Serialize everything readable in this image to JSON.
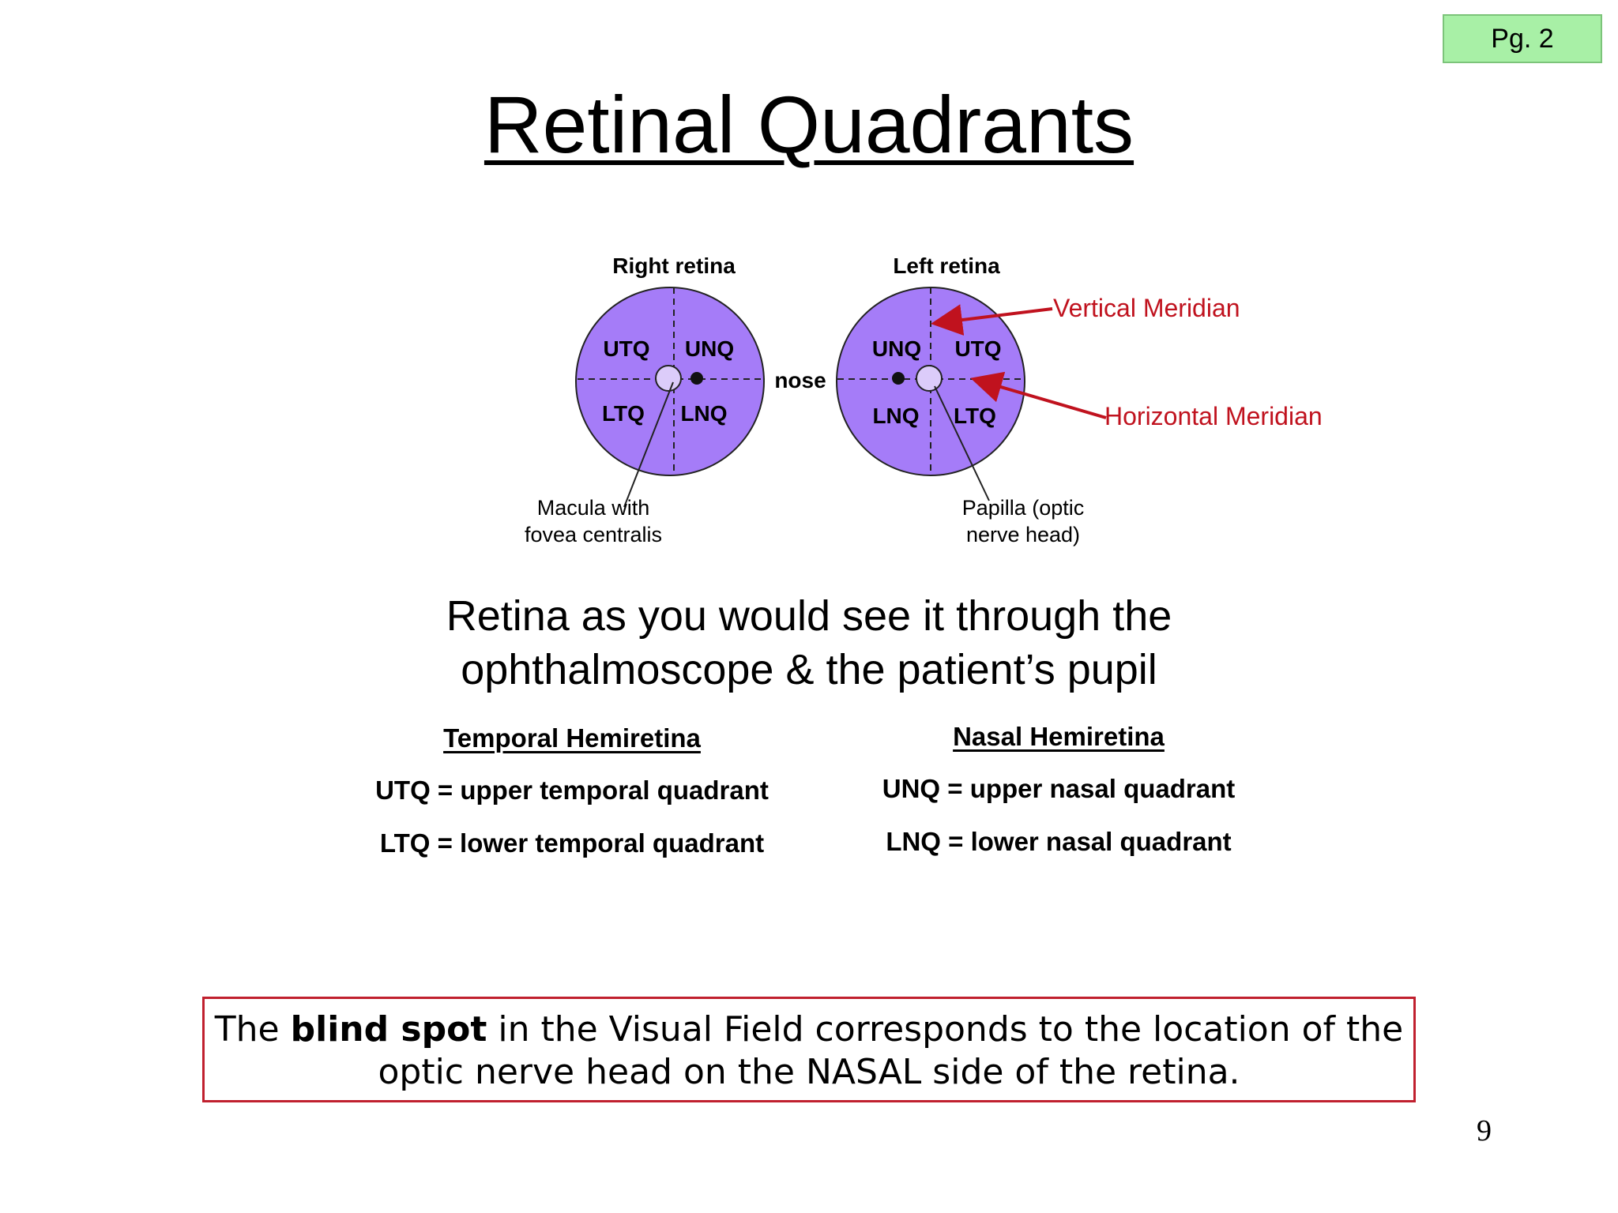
{
  "page_badge": "Pg. 2",
  "title": "Retinal Quadrants",
  "diagram": {
    "right_retina": {
      "label": "Right retina",
      "quadrants": {
        "upper_left": "UTQ",
        "upper_right": "UNQ",
        "lower_left": "LTQ",
        "lower_right": "LNQ"
      }
    },
    "left_retina": {
      "label": "Left retina",
      "quadrants": {
        "upper_left": "UNQ",
        "upper_right": "UTQ",
        "lower_left": "LNQ",
        "lower_right": "LTQ"
      }
    },
    "nose_label": "nose",
    "vertical_meridian": "Vertical Meridian",
    "horizontal_meridian": "Horizontal Meridian",
    "macula_label": [
      "Macula with",
      "fovea centralis"
    ],
    "papilla_label": [
      "Papilla (optic",
      "nerve head)"
    ],
    "colors": {
      "retina_fill": "#a57cf8",
      "optic_disc": "#dcccfa",
      "meridian_arrow": "#c0121e"
    }
  },
  "caption": [
    "Retina as you would see it through the",
    "ophthalmoscope & the patient’s pupil"
  ],
  "temporal": {
    "header": "Temporal Hemiretina",
    "rows": [
      "UTQ = upper temporal quadrant",
      "LTQ = lower temporal quadrant"
    ]
  },
  "nasal": {
    "header": "Nasal Hemiretina",
    "rows": [
      "UNQ = upper nasal quadrant",
      "LNQ = lower nasal quadrant"
    ]
  },
  "note": {
    "part1": "The ",
    "bold": "blind spot",
    "part2": " in the Visual Field corresponds to the location of the optic nerve head on the NASAL side of the retina.",
    "border_color": "#c0202e"
  },
  "slide_number": "9"
}
